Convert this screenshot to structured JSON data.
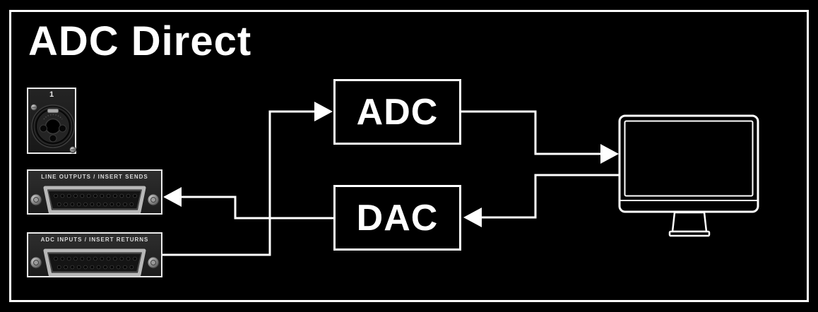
{
  "diagram": {
    "title": "ADC Direct",
    "combo_jack": {
      "channel_label": "1"
    },
    "panels": [
      {
        "label": "LINE OUTPUTS  /  INSERT SENDS"
      },
      {
        "label": "ADC INPUTS  /  INSERT RETURNS"
      }
    ],
    "blocks": [
      {
        "label": "ADC"
      },
      {
        "label": "DAC"
      }
    ],
    "colors": {
      "background": "#000000",
      "stroke": "#ffffff",
      "panel_background": "#242424"
    }
  }
}
